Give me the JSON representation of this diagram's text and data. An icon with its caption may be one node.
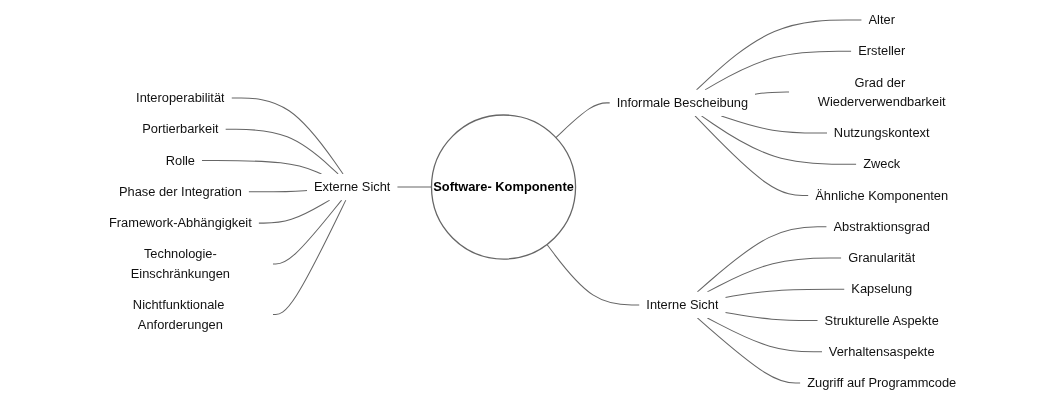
{
  "diagram": {
    "nodes": [
      {
        "text": [
          "Software- Komponente"
        ]
      },
      {
        "text": [
          "Externe Sicht"
        ]
      },
      {
        "text": [
          "Interoperabilität"
        ]
      },
      {
        "text": [
          "Portierbarkeit"
        ]
      },
      {
        "text": [
          "Rolle"
        ]
      },
      {
        "text": [
          "Phase der Integration"
        ]
      },
      {
        "text": [
          "Framework-Abhängigkeit"
        ]
      },
      {
        "text": [
          "Technologie-Einschränkungen"
        ]
      },
      {
        "text": [
          "Nichtfunktionale Anforderungen"
        ]
      },
      {
        "text": [
          "Informale Bescheibung"
        ]
      },
      {
        "text": [
          "Alter"
        ]
      },
      {
        "text": [
          "Ersteller"
        ]
      },
      {
        "text": [
          "Grad der Wiederverwendbarkeit"
        ]
      },
      {
        "text": [
          "Nutzungskontext"
        ]
      },
      {
        "text": [
          "Zweck"
        ]
      },
      {
        "text": [
          "Ähnliche Komponenten"
        ]
      },
      {
        "text": [
          "Interne Sicht"
        ]
      },
      {
        "text": [
          "Abstraktionsgrad"
        ]
      },
      {
        "text": [
          "Granularität"
        ]
      },
      {
        "text": [
          "Kapselung"
        ]
      },
      {
        "text": [
          "Strukturelle Aspekte"
        ]
      },
      {
        "text": [
          "Verhaltensaspekte"
        ]
      },
      {
        "text": [
          "Zugriff auf Programmcode"
        ]
      }
    ],
    "edges": [
      {
        "from": 2,
        "to": 1,
        "arrow": "none"
      },
      {
        "from": 3,
        "to": 1,
        "arrow": "none"
      },
      {
        "from": 4,
        "to": 1,
        "arrow": "none"
      },
      {
        "from": 5,
        "to": 1,
        "arrow": "none"
      },
      {
        "from": 6,
        "to": 1,
        "arrow": "none"
      },
      {
        "from": 7,
        "to": 1,
        "arrow": "none"
      },
      {
        "from": 8,
        "to": 1,
        "arrow": "none"
      },
      {
        "from": 1,
        "to": 0,
        "arrow": "none"
      },
      {
        "from": 0,
        "to": 9,
        "arrow": "none"
      },
      {
        "from": 9,
        "to": 10,
        "arrow": "none"
      },
      {
        "from": 9,
        "to": 11,
        "arrow": "none"
      },
      {
        "from": 9,
        "to": 12,
        "arrow": "none"
      },
      {
        "from": 9,
        "to": 13,
        "arrow": "none"
      },
      {
        "from": 9,
        "to": 14,
        "arrow": "none"
      },
      {
        "from": 9,
        "to": 15,
        "arrow": "none"
      },
      {
        "from": 0,
        "to": 16,
        "arrow": "none"
      },
      {
        "from": 16,
        "to": 17,
        "arrow": "none"
      },
      {
        "from": 16,
        "to": 18,
        "arrow": "none"
      },
      {
        "from": 16,
        "to": 19,
        "arrow": "none"
      },
      {
        "from": 16,
        "to": 20,
        "arrow": "none"
      },
      {
        "from": 16,
        "to": 21,
        "arrow": "none"
      },
      {
        "from": 16,
        "to": 22,
        "arrow": "none"
      }
    ]
  }
}
